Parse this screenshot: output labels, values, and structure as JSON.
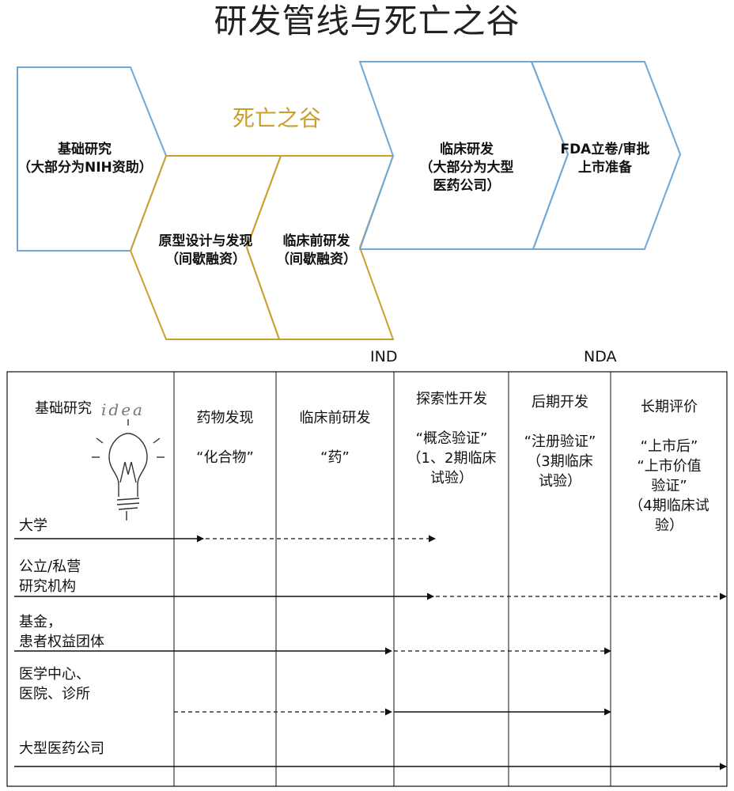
{
  "title": "研发管线与死亡之谷",
  "valley_label": "死亡之谷",
  "stages": {
    "basic": "基础研究\n（大部分为NIH资助）",
    "prototype": "原型设计与发现\n（间歇融资）",
    "preclinical": "临床前研发\n（间歇融资）",
    "clinical": "临床研发\n（大部分为大型\n医药公司）",
    "fda": "FDA立卷/审批\n上市准备"
  },
  "milestones": {
    "ind": "IND",
    "nda": "NDA"
  },
  "phases": {
    "basic": "基础研究",
    "idea": "idea",
    "discovery": "药物发现\n\n“化合物”",
    "preclinical": "临床前研发\n\n“药”",
    "exploratory": "探索性开发\n\n“概念验证”\n（1、2期临床\n试验）",
    "late": "后期开发\n\n“注册验证”\n（3期临床\n试验）",
    "longterm": "长期评价\n\n“上市后”\n“上市价值\n验证”\n（4期临床试\n验）"
  },
  "organizations": {
    "university": "大学",
    "institutes": "公立/私营\n研究机构",
    "foundations": "基金，\n患者权益团体",
    "medical": "医学中心、\n医院、诊所",
    "pharma": "大型医药公司"
  },
  "colors": {
    "blue": "#6fa8d6",
    "gold": "#c8a02c",
    "valley": "#c8a02c",
    "line": "#111111"
  }
}
